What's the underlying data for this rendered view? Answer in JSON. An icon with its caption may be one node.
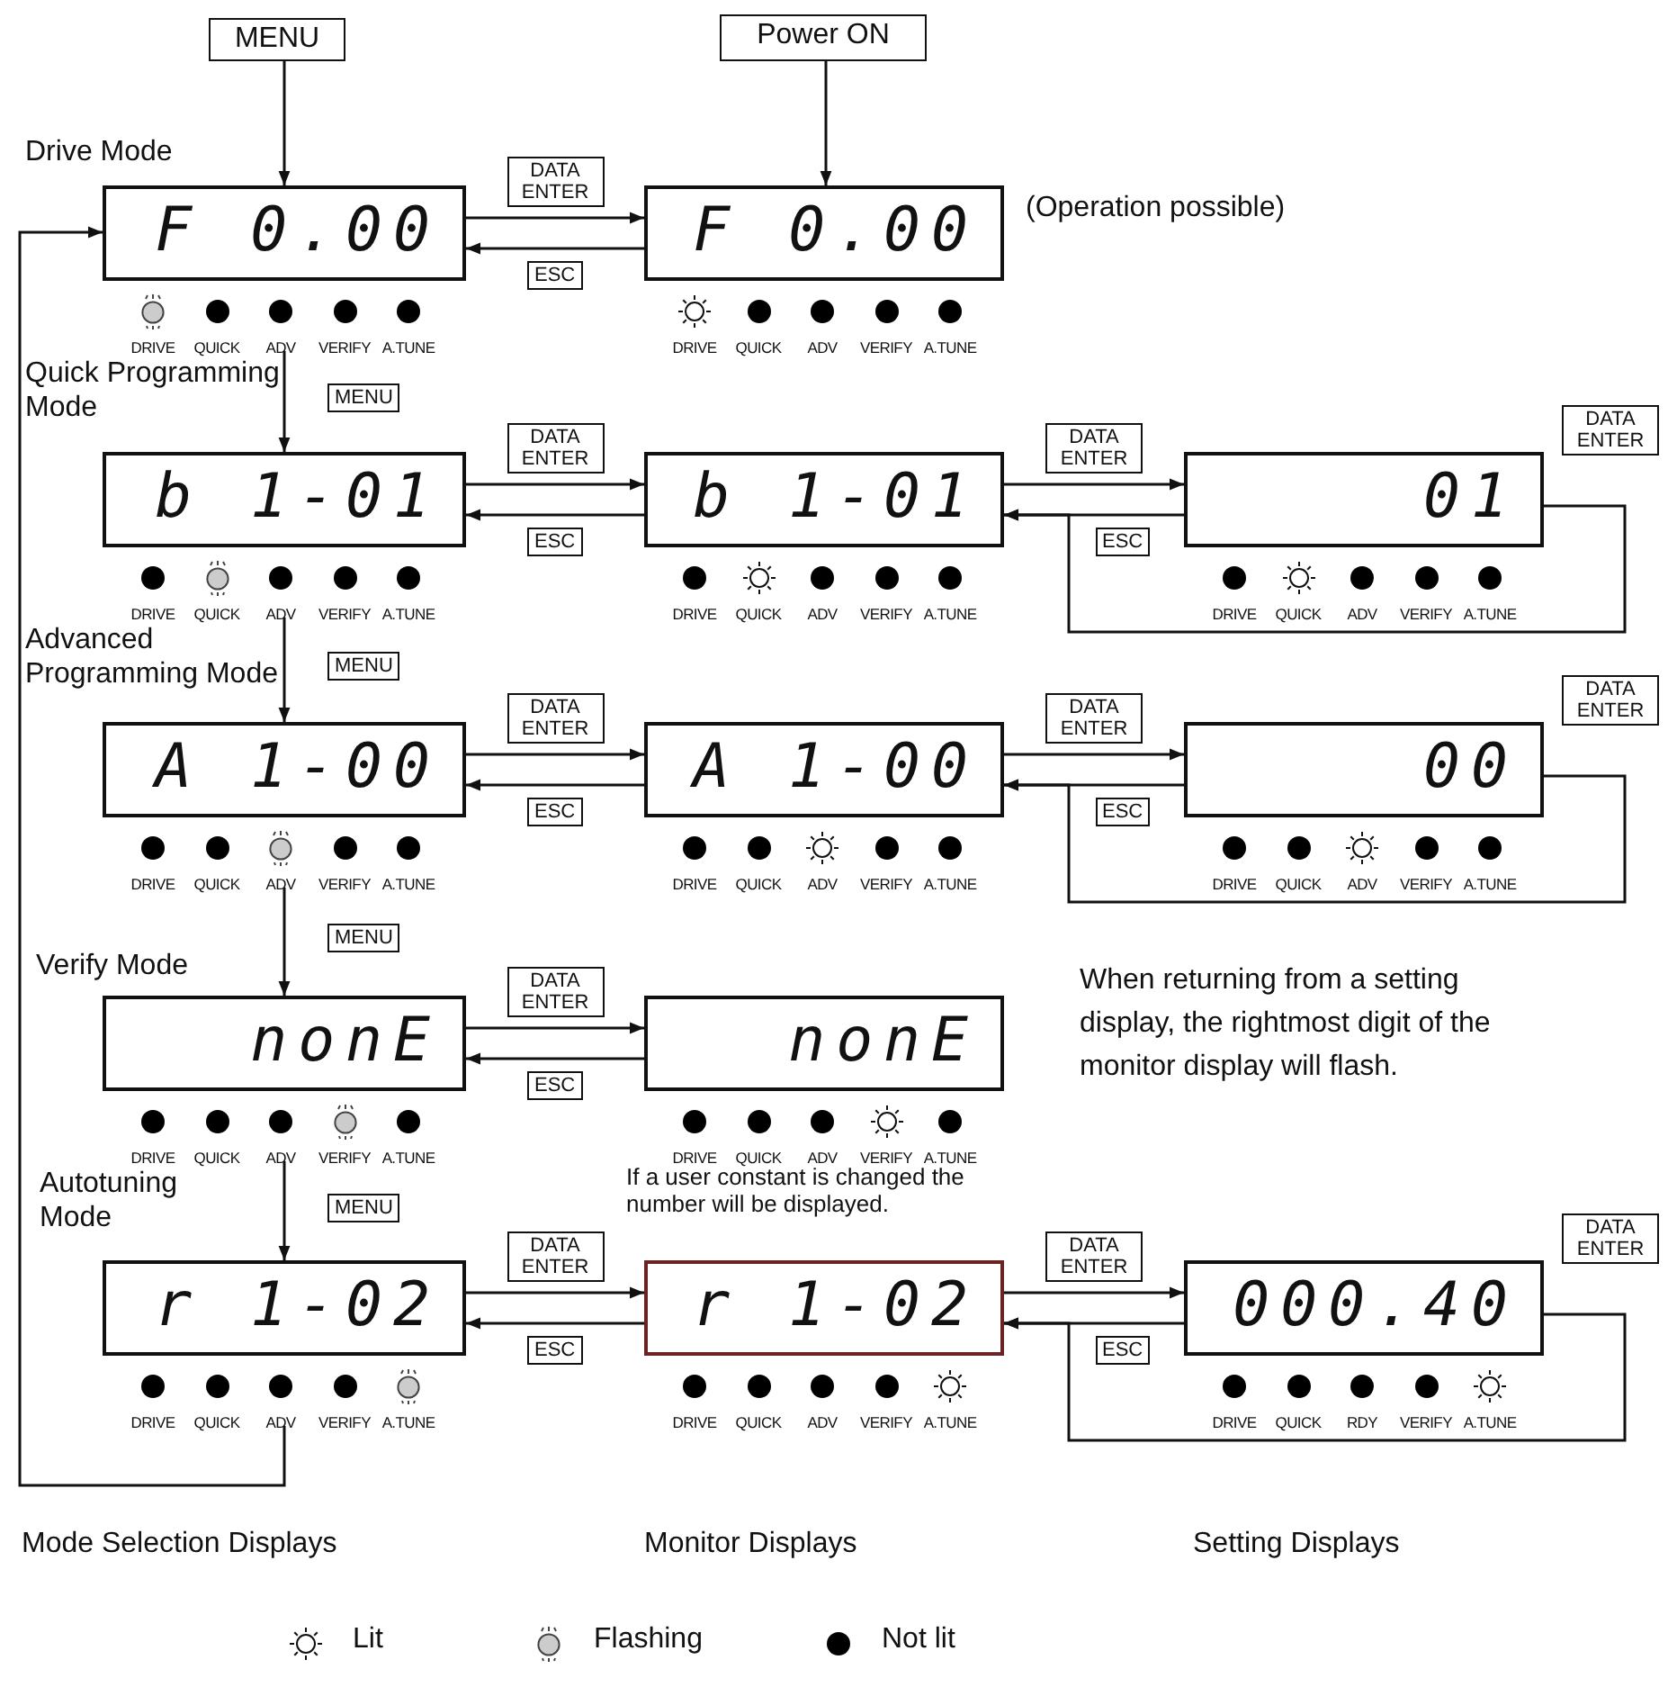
{
  "diagram": {
    "nodes": [
      {
        "text": [
          "MENU"
        ]
      },
      {
        "text": [
          "Power ON"
        ]
      },
      {
        "text": [
          "Drive Mode",
          "F 0.00"
        ],
        "beside": [
          "DRIVE",
          "QUICK",
          "ADV",
          "VERIFY",
          "A.TUNE"
        ]
      },
      {
        "text": [
          "F 0.00"
        ],
        "beside": [
          "DRIVE",
          "QUICK",
          "ADV",
          "VERIFY",
          "A.TUNE"
        ]
      },
      {
        "text": [
          "Quick Programming Mode",
          "b 1-01"
        ],
        "beside": [
          "DRIVE",
          "QUICK",
          "ADV",
          "VERIFY",
          "A.TUNE"
        ]
      },
      {
        "text": [
          "b 1-01"
        ],
        "beside": [
          "DRIVE",
          "QUICK",
          "ADV",
          "VERIFY",
          "A.TUNE"
        ]
      },
      {
        "text": [
          "01"
        ],
        "beside": [
          "DRIVE",
          "QUICK",
          "ADV",
          "VERIFY",
          "A.TUNE"
        ]
      },
      {
        "text": [
          "Advanced Programming Mode",
          "A 1-00"
        ],
        "beside": [
          "DRIVE",
          "QUICK",
          "ADV",
          "VERIFY",
          "A.TUNE"
        ]
      },
      {
        "text": [
          "A 1-00"
        ],
        "beside": [
          "DRIVE",
          "QUICK",
          "ADV",
          "VERIFY",
          "A.TUNE"
        ]
      },
      {
        "text": [
          "00"
        ],
        "beside": [
          "DRIVE",
          "QUICK",
          "ADV",
          "VERIFY",
          "A.TUNE"
        ]
      },
      {
        "text": [
          "Verify Mode",
          "nonE"
        ],
        "beside": [
          "DRIVE",
          "QUICK",
          "ADV",
          "VERIFY",
          "A.TUNE"
        ]
      },
      {
        "text": [
          "nonE"
        ],
        "beside": [
          "DRIVE",
          "QUICK",
          "ADV",
          "VERIFY",
          "A.TUNE"
        ]
      },
      {
        "text": [
          "Autotuning Mode",
          "r 1-02"
        ],
        "beside": [
          "DRIVE",
          "QUICK",
          "ADV",
          "VERIFY",
          "A.TUNE"
        ]
      },
      {
        "text": [
          "r 1-02"
        ],
        "beside": [
          "DRIVE",
          "QUICK",
          "ADV",
          "VERIFY",
          "A.TUNE"
        ]
      },
      {
        "text": [
          "000.40"
        ],
        "beside": [
          "DRIVE",
          "QUICK",
          "RDY",
          "VERIFY",
          "A.TUNE"
        ]
      }
    ],
    "edges": [
      {
        "from": 0,
        "to": 2,
        "arrow": "to"
      },
      {
        "from": 1,
        "to": 3,
        "arrow": "to"
      },
      {
        "from": 2,
        "to": 3,
        "arrow": "to",
        "label": "DATA ENTER"
      },
      {
        "from": 3,
        "to": 2,
        "arrow": "to",
        "label": "ESC"
      },
      {
        "from": 2,
        "to": 4,
        "arrow": "to",
        "label": "MENU"
      },
      {
        "from": 4,
        "to": 5,
        "arrow": "to",
        "label": "DATA ENTER"
      },
      {
        "from": 5,
        "to": 4,
        "arrow": "to",
        "label": "ESC"
      },
      {
        "from": 5,
        "to": 6,
        "arrow": "to",
        "label": "DATA ENTER"
      },
      {
        "from": 6,
        "to": 5,
        "arrow": "to",
        "label": "ESC"
      },
      {
        "from": 6,
        "to": 5,
        "arrow": "to",
        "label": "DATA ENTER"
      },
      {
        "from": 4,
        "to": 7,
        "arrow": "to",
        "label": "MENU"
      },
      {
        "from": 7,
        "to": 8,
        "arrow": "to",
        "label": "DATA ENTER"
      },
      {
        "from": 8,
        "to": 7,
        "arrow": "to",
        "label": "ESC"
      },
      {
        "from": 8,
        "to": 9,
        "arrow": "to",
        "label": "DATA ENTER"
      },
      {
        "from": 9,
        "to": 8,
        "arrow": "to",
        "label": "ESC"
      },
      {
        "from": 9,
        "to": 8,
        "arrow": "to",
        "label": "DATA ENTER"
      },
      {
        "from": 7,
        "to": 10,
        "arrow": "to",
        "label": "MENU"
      },
      {
        "from": 10,
        "to": 11,
        "arrow": "to",
        "label": "DATA ENTER"
      },
      {
        "from": 11,
        "to": 10,
        "arrow": "to",
        "label": "ESC"
      },
      {
        "from": 10,
        "to": 12,
        "arrow": "to",
        "label": "MENU"
      },
      {
        "from": 12,
        "to": 13,
        "arrow": "to",
        "label": "DATA ENTER"
      },
      {
        "from": 13,
        "to": 12,
        "arrow": "to",
        "label": "ESC"
      },
      {
        "from": 13,
        "to": 14,
        "arrow": "to",
        "label": "DATA ENTER"
      },
      {
        "from": 14,
        "to": 13,
        "arrow": "to",
        "label": "ESC"
      },
      {
        "from": 14,
        "to": 13,
        "arrow": "to",
        "label": "DATA ENTER"
      },
      {
        "from": 12,
        "to": 2,
        "arrow": "to"
      }
    ],
    "labels": [
      "(Operation possible)",
      "When returning from a setting display, the rightmost digit of the monitor display will flash.",
      "If a user constant is changed the number will be displayed.",
      "Mode Selection Displays",
      "Monitor Displays",
      "Setting Displays"
    ],
    "legend": [
      {
        "text": "Lit"
      },
      {
        "text": "Flashing"
      },
      {
        "text": "Not lit"
      }
    ]
  }
}
